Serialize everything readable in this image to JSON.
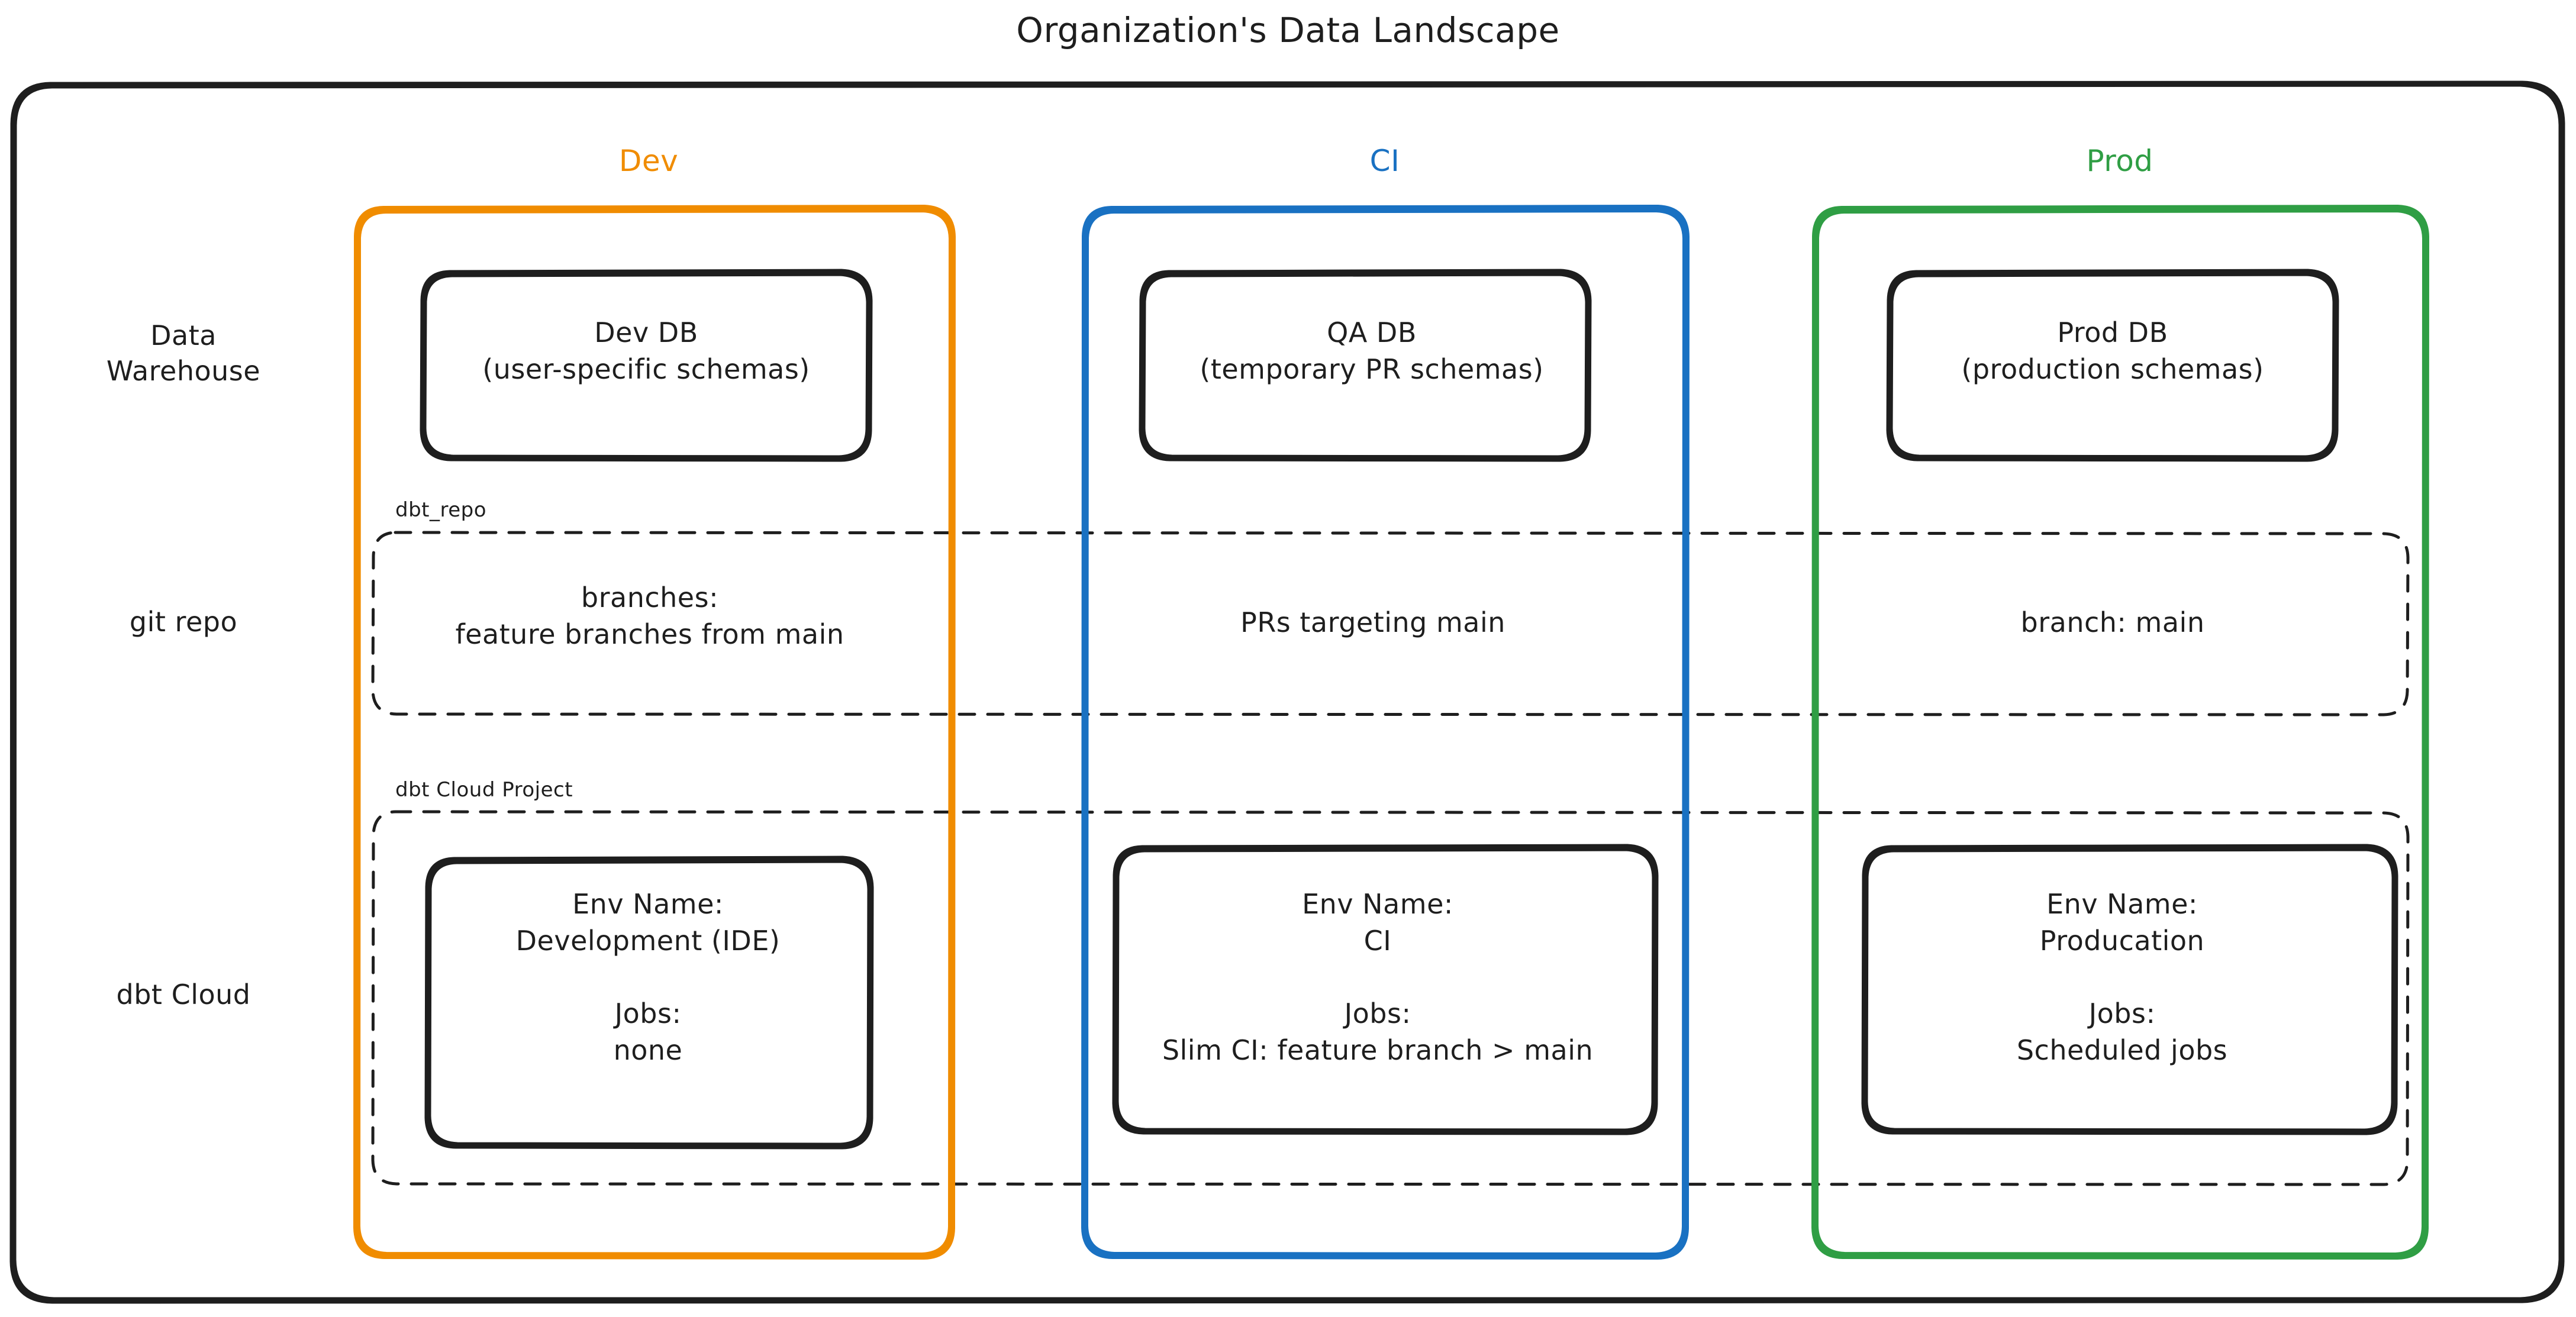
{
  "diagram": {
    "title": "Organization's Data Landscape",
    "columns": [
      {
        "key": "dev",
        "label": "Dev",
        "color": "#f08c00"
      },
      {
        "key": "ci",
        "label": "CI",
        "color": "#1971c2"
      },
      {
        "key": "prod",
        "label": "Prod",
        "color": "#2f9e44"
      }
    ],
    "rows": [
      {
        "key": "data_warehouse",
        "label": "Data\nWarehouse"
      },
      {
        "key": "git_repo",
        "label": "git repo"
      },
      {
        "key": "dbt_cloud",
        "label": "dbt Cloud"
      }
    ],
    "groups": [
      {
        "key": "dbt_repo",
        "label": "dbt_repo"
      },
      {
        "key": "dbt_cloud_project",
        "label": "dbt Cloud Project"
      }
    ],
    "nodes": {
      "data_warehouse": {
        "dev": "Dev DB\n(user-specific schemas)",
        "ci": "QA DB\n(temporary PR schemas)",
        "prod": "Prod DB\n(production schemas)"
      },
      "git_repo": {
        "dev": "branches:\nfeature branches from main",
        "ci": "PRs targeting main",
        "prod": "branch: main"
      },
      "dbt_cloud": {
        "dev": "Env Name:\nDevelopment (IDE)\n\nJobs:\nnone",
        "ci": "Env Name:\nCI\n\nJobs:\nSlim CI: feature branch > main",
        "prod": "Env Name:\nProducation\n\nJobs:\nScheduled jobs"
      }
    },
    "style": {
      "stroke": "#1e1e1e",
      "background": "#ffffff"
    }
  }
}
